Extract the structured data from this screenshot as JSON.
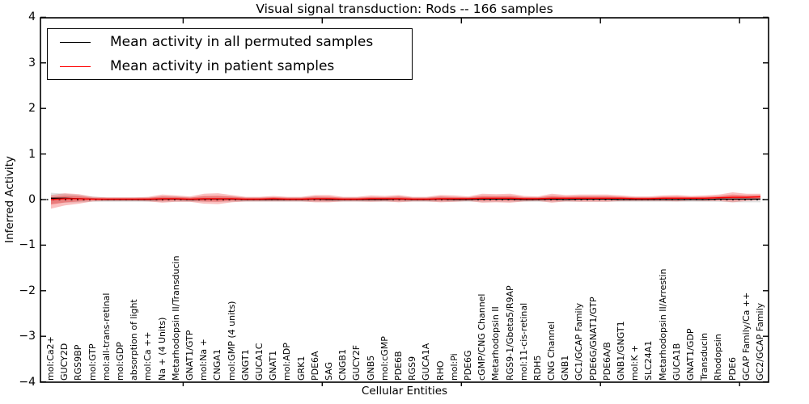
{
  "chart_data": {
    "type": "line",
    "title": "Visual signal transduction: Rods -- 166 samples",
    "xlabel": "Cellular Entities",
    "ylabel": "Inferred Activity",
    "ylim": [
      -4,
      4
    ],
    "yticks": [
      "4",
      "3",
      "2",
      "1",
      "0",
      "−1",
      "−2",
      "−3",
      "−4"
    ],
    "grid": false,
    "zero_line": {
      "style": "dotted",
      "y": 0,
      "color": "#000000"
    },
    "legend": {
      "position": "upper left",
      "entries": [
        {
          "label": "Mean activity in all permuted samples",
          "color": "#000000"
        },
        {
          "label": "Mean activity in patient samples",
          "color": "#ff0000"
        }
      ]
    },
    "categories": [
      "mol:Ca2+",
      "GUCY2D",
      "RGS9BP",
      "mol:GTP",
      "mol:all-trans-retinal",
      "mol:GDP",
      "absorption of light",
      "mol:Ca ++",
      "Na + (4 Units)",
      "Metarhodopsin II/Transducin",
      "GNAT1/GTP",
      "mol:Na +",
      "CNGA1",
      "mol:GMP (4 units)",
      "GNGT1",
      "GUCA1C",
      "GNAT1",
      "mol:ADP",
      "GRK1",
      "PDE6A",
      "SAG",
      "CNGB1",
      "GUCY2F",
      "GNB5",
      "mol:cGMP",
      "PDE6B",
      "RGS9",
      "GUCA1A",
      "RHO",
      "mol:Pi",
      "PDE6G",
      "cGMP/CNG Channel",
      "Metarhodopsin II",
      "RGS9-1/Gbeta5/R9AP",
      "mol:11-cis-retinal",
      "RDH5",
      "CNG Channel",
      "GNB1",
      "GC1/GCAP Family",
      "PDE6G/GNAT1/GTP",
      "PDE6A/B",
      "GNB1/GNGT1",
      "mol:K +",
      "SLC24A1",
      "Metarhodopsin II/Arrestin",
      "GUCA1B",
      "GNAT1/GDP",
      "Transducin",
      "Rhodopsin",
      "PDE6",
      "GCAP Family/Ca ++",
      "GC2/GCAP Family"
    ],
    "series": [
      {
        "name": "Mean activity in all permuted samples",
        "color": "#000000",
        "band_color": "#9a9a9a",
        "values": [
          0.03,
          0.03,
          0.02,
          0.01,
          0.0,
          0.0,
          0.0,
          0.0,
          0.01,
          0.01,
          0.0,
          0.01,
          0.01,
          0.01,
          0.0,
          0.0,
          0.0,
          0.0,
          0.0,
          0.01,
          0.0,
          0.0,
          0.0,
          0.0,
          0.0,
          0.01,
          0.0,
          0.0,
          0.01,
          0.0,
          0.0,
          0.01,
          0.01,
          0.01,
          0.0,
          0.0,
          0.01,
          0.0,
          0.01,
          0.01,
          0.01,
          0.0,
          0.0,
          0.0,
          0.0,
          0.0,
          0.0,
          0.0,
          0.01,
          0.01,
          0.01,
          0.01
        ],
        "band_std": [
          0.12,
          0.1,
          0.08,
          0.06,
          0.05,
          0.05,
          0.05,
          0.05,
          0.06,
          0.06,
          0.05,
          0.06,
          0.06,
          0.06,
          0.05,
          0.05,
          0.05,
          0.05,
          0.05,
          0.06,
          0.05,
          0.05,
          0.05,
          0.05,
          0.05,
          0.06,
          0.05,
          0.05,
          0.06,
          0.05,
          0.05,
          0.06,
          0.06,
          0.06,
          0.05,
          0.05,
          0.06,
          0.05,
          0.06,
          0.06,
          0.06,
          0.05,
          0.05,
          0.05,
          0.05,
          0.05,
          0.05,
          0.05,
          0.06,
          0.07,
          0.07,
          0.07
        ]
      },
      {
        "name": "Mean activity in patient samples",
        "color": "#ff0000",
        "band_color": "#f03030",
        "values": [
          0.0,
          0.02,
          0.02,
          0.01,
          0.01,
          0.01,
          0.01,
          0.01,
          0.02,
          0.02,
          0.01,
          0.02,
          0.02,
          0.02,
          0.01,
          0.01,
          0.02,
          0.01,
          0.01,
          0.02,
          0.02,
          0.01,
          0.01,
          0.02,
          0.02,
          0.02,
          0.01,
          0.01,
          0.02,
          0.02,
          0.02,
          0.03,
          0.03,
          0.03,
          0.02,
          0.02,
          0.03,
          0.03,
          0.03,
          0.03,
          0.03,
          0.03,
          0.02,
          0.02,
          0.03,
          0.03,
          0.03,
          0.03,
          0.04,
          0.05,
          0.05,
          0.06
        ],
        "band_std_upper": [
          0.1,
          0.12,
          0.1,
          0.05,
          0.04,
          0.04,
          0.04,
          0.05,
          0.09,
          0.07,
          0.06,
          0.11,
          0.12,
          0.08,
          0.05,
          0.05,
          0.06,
          0.05,
          0.05,
          0.08,
          0.08,
          0.05,
          0.05,
          0.07,
          0.06,
          0.08,
          0.05,
          0.05,
          0.08,
          0.07,
          0.05,
          0.1,
          0.09,
          0.1,
          0.06,
          0.05,
          0.1,
          0.07,
          0.08,
          0.08,
          0.08,
          0.06,
          0.05,
          0.05,
          0.06,
          0.07,
          0.05,
          0.06,
          0.07,
          0.11,
          0.08,
          0.07
        ],
        "band_std_lower": [
          0.2,
          0.15,
          0.11,
          0.05,
          0.04,
          0.04,
          0.04,
          0.05,
          0.09,
          0.07,
          0.06,
          0.11,
          0.12,
          0.08,
          0.05,
          0.05,
          0.06,
          0.05,
          0.05,
          0.08,
          0.08,
          0.05,
          0.05,
          0.07,
          0.06,
          0.08,
          0.05,
          0.05,
          0.08,
          0.07,
          0.05,
          0.1,
          0.09,
          0.1,
          0.06,
          0.05,
          0.1,
          0.07,
          0.08,
          0.08,
          0.08,
          0.06,
          0.05,
          0.05,
          0.06,
          0.07,
          0.05,
          0.06,
          0.07,
          0.11,
          0.08,
          0.07
        ]
      }
    ]
  }
}
